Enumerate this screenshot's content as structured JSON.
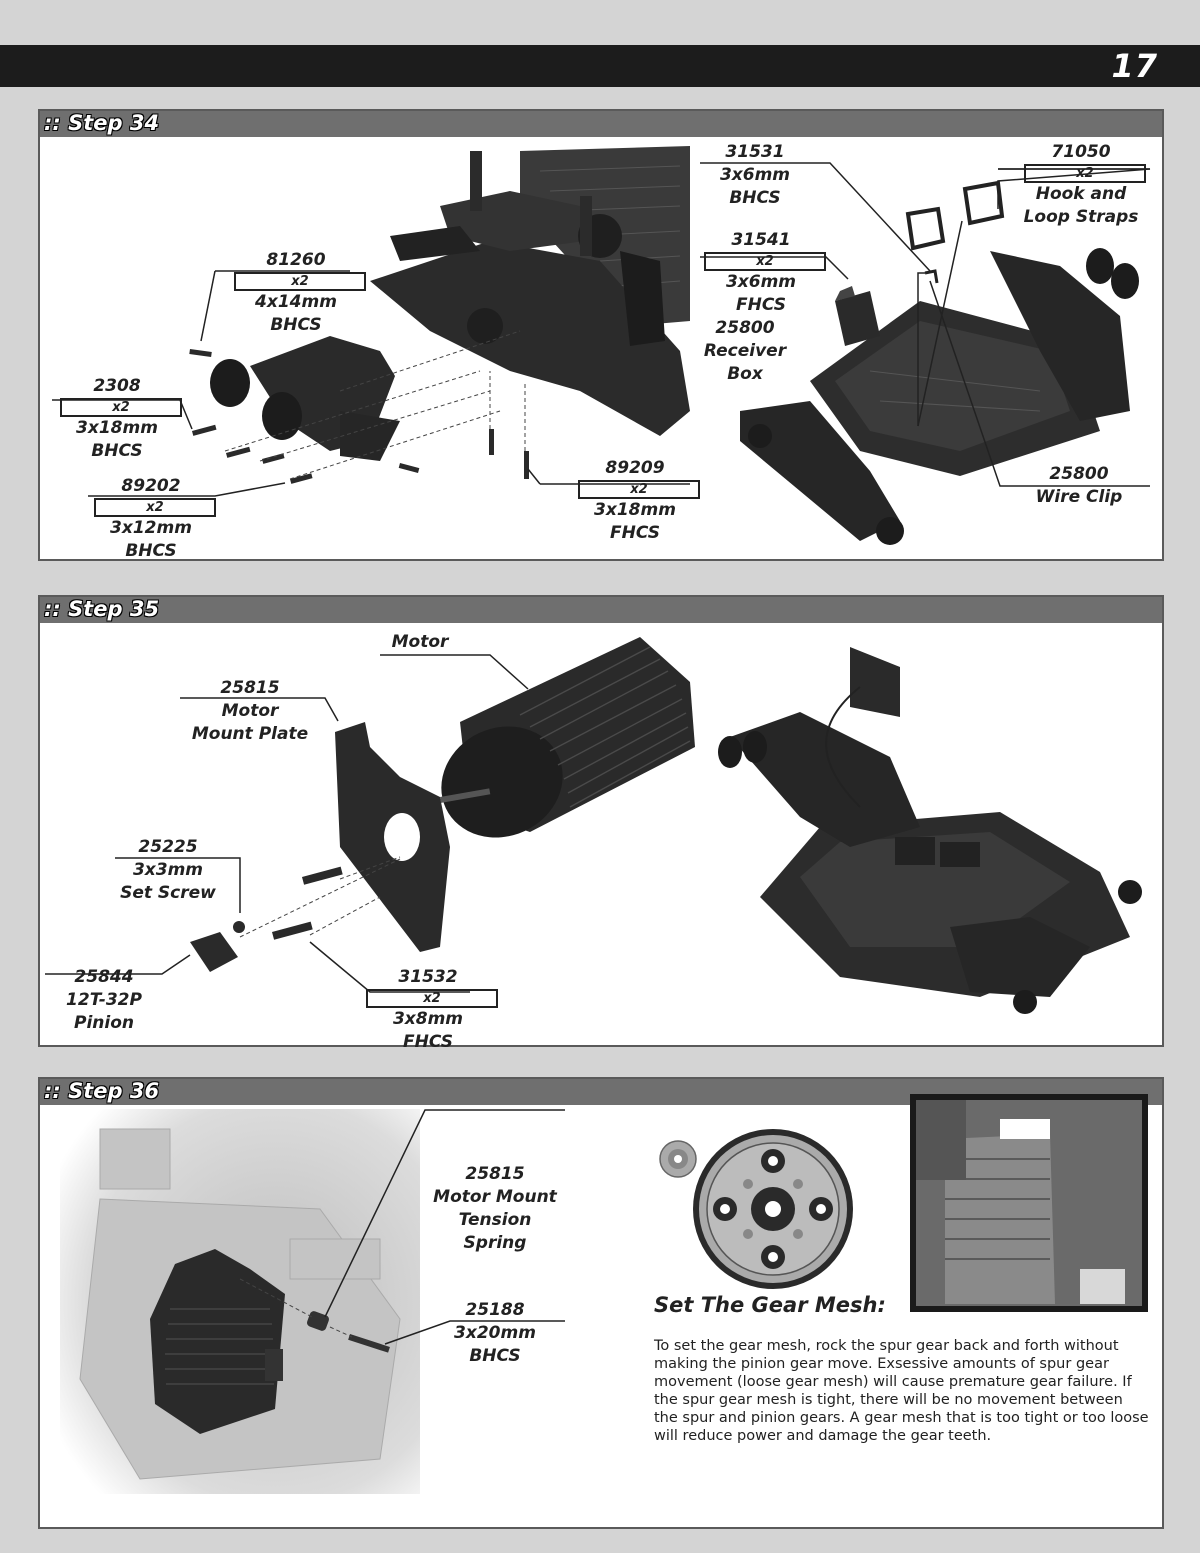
{
  "page": {
    "number": "17"
  },
  "step34": {
    "title": ":: Step 34",
    "parts": [
      {
        "num": "81260",
        "qty": "x2",
        "size": "4x14mm",
        "type": "BHCS"
      },
      {
        "num": "2308",
        "qty": "x2",
        "size": "3x18mm",
        "type": "BHCS"
      },
      {
        "num": "89202",
        "qty": "x2",
        "size": "3x12mm",
        "type": "BHCS"
      },
      {
        "num": "89209",
        "qty": "x2",
        "size": "3x18mm",
        "type": "FHCS"
      },
      {
        "num": "31531",
        "size": "3x6mm",
        "type": "BHCS"
      },
      {
        "num": "31541",
        "qty": "x2",
        "size": "3x6mm",
        "type": "FHCS"
      },
      {
        "num": "25800",
        "line2": "Receiver",
        "line3": "Box"
      },
      {
        "num": "71050",
        "qty": "x2",
        "line2": "Hook and",
        "line3": "Loop Straps"
      },
      {
        "num": "25800",
        "line2": "Wire Clip"
      }
    ]
  },
  "step35": {
    "title": ":: Step 35",
    "motor": "Motor",
    "parts": [
      {
        "num": "25815",
        "line2": "Motor",
        "line3": "Mount Plate"
      },
      {
        "num": "25225",
        "line2": "3x3mm",
        "line3": "Set Screw"
      },
      {
        "num": "25844",
        "line2": "12T-32P",
        "line3": "Pinion"
      },
      {
        "num": "31532",
        "qty": "x2",
        "line2": "3x8mm",
        "line3": "FHCS"
      }
    ]
  },
  "step36": {
    "title": ":: Step 36",
    "parts": [
      {
        "num": "25815",
        "line2": "Motor Mount",
        "line3": "Tension",
        "line4": "Spring"
      },
      {
        "num": "25188",
        "line2": "3x20mm",
        "line3": "BHCS"
      }
    ],
    "mesh_title": "Set The Gear Mesh:",
    "mesh_text": "To set the gear mesh, rock the spur gear back and forth without making the pinion gear move.  Exsessive amounts of spur gear movement (loose gear mesh) will cause premature gear failure.  If the spur gear mesh is tight, there will be no movement between the spur and pinion gears.  A gear mesh that is too tight or too loose will reduce power and damage the gear teeth."
  }
}
